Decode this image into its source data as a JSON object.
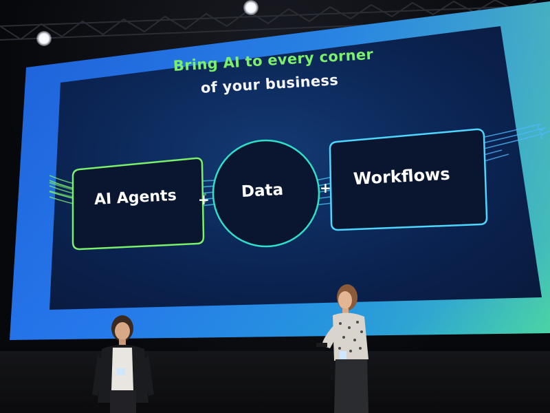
{
  "slide": {
    "title_line1": "Bring AI to every corner",
    "title_line2": "of your business",
    "boxes": [
      {
        "label": "AI Agents"
      },
      {
        "label": "Data"
      },
      {
        "label": "Workflows"
      }
    ],
    "operator": "+"
  },
  "colors": {
    "accent_green": "#7bf06a",
    "accent_cyan": "#4fd6ff",
    "screen_blue": "#1f6fe0"
  },
  "icons": [
    "stage-spotlight",
    "stage-truss"
  ]
}
